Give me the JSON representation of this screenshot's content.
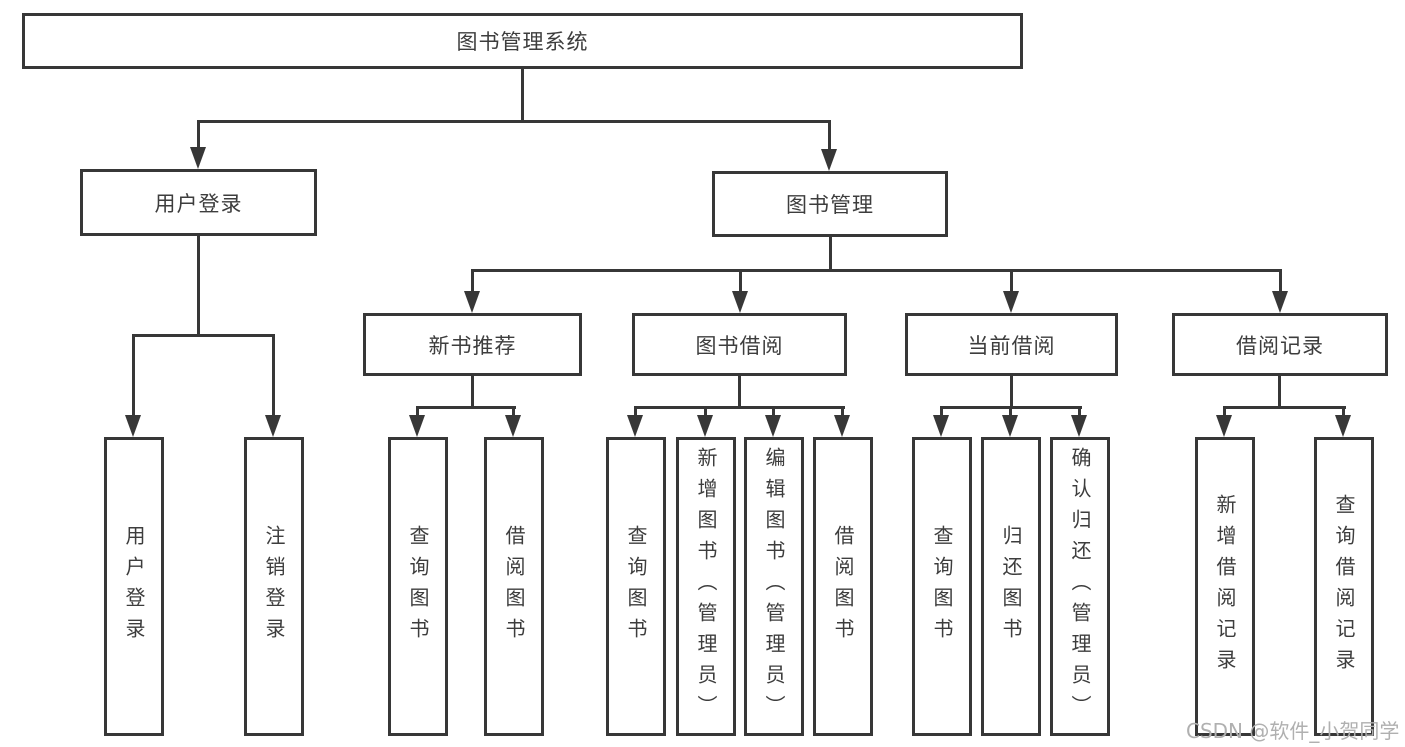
{
  "nodes": {
    "root": "图书管理系统",
    "user_login": "用户登录",
    "book_management": "图书管理",
    "new_books": "新书推荐",
    "book_borrow": "图书借阅",
    "current_borrow": "当前借阅",
    "borrow_records": "借阅记录"
  },
  "leaves": {
    "user_login": [
      "用户登录",
      "注销登录"
    ],
    "new_books": [
      "查询图书",
      "借阅图书"
    ],
    "book_borrow": [
      "查询图书",
      "新增图书（管理员）",
      "编辑图书（管理员）",
      "借阅图书"
    ],
    "current_borrow": [
      "查询图书",
      "归还图书",
      "确认归还（管理员）"
    ],
    "borrow_records": [
      "新增借阅记录",
      "查询借阅记录"
    ]
  },
  "watermark": "CSDN @软件_小贺同学",
  "colors": {
    "line": "#373737",
    "text": "#3d3d3d",
    "watermark": "#b0b0b0",
    "background": "#ffffff"
  }
}
